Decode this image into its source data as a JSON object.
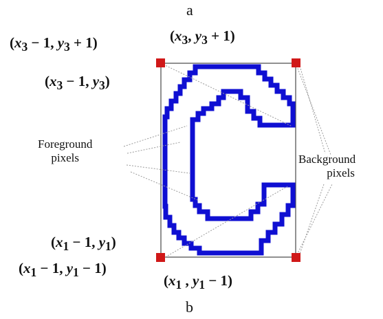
{
  "captions": {
    "top": "a",
    "bottom": "b"
  },
  "coords": {
    "top_left_outer": {
      "v1": "x",
      "s1": "3",
      "op1": " − 1, ",
      "v2": "y",
      "s2": "3",
      "op2": " + 1)"
    },
    "top_right": {
      "v1": "x",
      "s1": "3",
      "op1": ", ",
      "v2": "y",
      "s2": "3",
      "op2": " + 1)"
    },
    "top_left_inner": {
      "v1": "x",
      "s1": "3",
      "op1": " − 1, ",
      "v2": "y",
      "s2": "3",
      "op2": ")"
    },
    "bottom_left_inner": {
      "v1": "x",
      "s1": "1",
      "op1": " − 1, ",
      "v2": "y",
      "s2": "1",
      "op2": ")"
    },
    "bottom_left_outer": {
      "v1": "x",
      "s1": "1",
      "op1": " − 1, ",
      "v2": "y",
      "s2": "1",
      "op2": " − 1)"
    },
    "bottom_right": {
      "v1": "x",
      "s1": "1",
      "op1": " , ",
      "v2": "y",
      "s2": "1",
      "op2": " − 1)"
    }
  },
  "notes": {
    "foreground": [
      "Foreground",
      "pixels"
    ],
    "background": [
      "Background",
      "pixels"
    ]
  },
  "colors": {
    "glyph": "#0f0fd2",
    "corner": "#d01818",
    "frame": "#555555",
    "leader": "#9a9a9a"
  }
}
